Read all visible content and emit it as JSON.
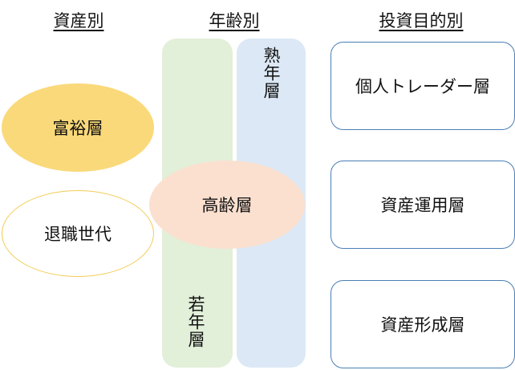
{
  "headers": {
    "assets": "資産別",
    "age": "年齢別",
    "purpose": "投資目的別"
  },
  "assets_column": {
    "wealthy": "富裕層",
    "retired": "退職世代"
  },
  "age_column": {
    "young": "若年層",
    "mature": "熟年層",
    "elderly": "高齢層"
  },
  "purpose_column": {
    "items": [
      "個人トレーダー層",
      "資産運用層",
      "資産形成層"
    ]
  },
  "colors": {
    "wealthy_fill": "#fad97a",
    "retired_border": "#f2cc55",
    "young_fill": "#e2efd9",
    "mature_fill": "#dce8f5",
    "elderly_fill": "#fbe0cf",
    "box_border": "#4a7fb5"
  }
}
